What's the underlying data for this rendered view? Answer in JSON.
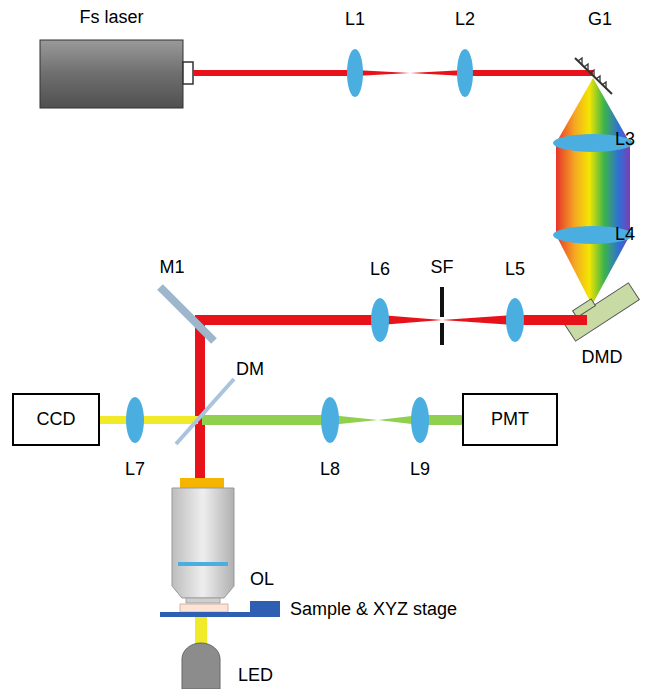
{
  "diagram": {
    "nodes": [
      {
        "text": [
          "Fs laser"
        ]
      },
      {
        "text": [
          "CCD"
        ]
      },
      {
        "text": [
          "PMT"
        ]
      }
    ],
    "labels": [
      "L1",
      "L2",
      "G1",
      "L3",
      "L4",
      "M1",
      "L6",
      "SF",
      "L5",
      "DMD",
      "DM",
      "L7",
      "L8",
      "L9",
      "OL",
      "Sample & XYZ stage",
      "LED"
    ]
  }
}
